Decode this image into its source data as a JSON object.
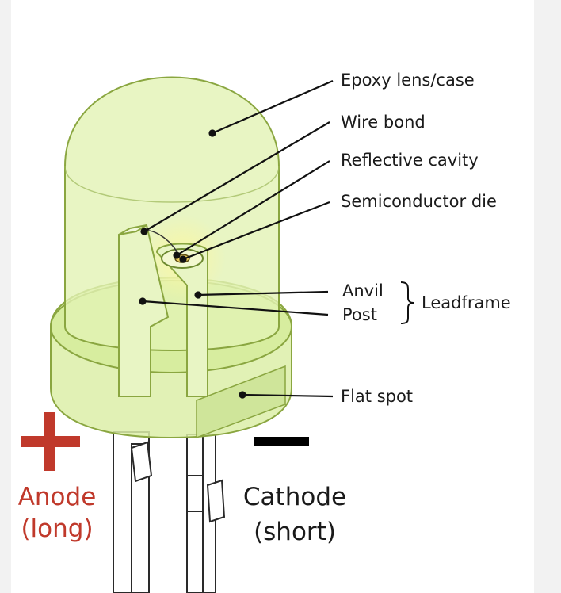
{
  "colors": {
    "epoxy_fill": "#dcefa8",
    "epoxy_stroke": "#8aa640",
    "lead_stroke": "#2a2a2a",
    "leader": "#111111",
    "anode": "#c0392b",
    "cathode": "#000000",
    "glow": "#f3ee8a"
  },
  "labels": {
    "epoxy": "Epoxy lens/case",
    "wire_bond": "Wire bond",
    "reflective_cavity": "Reflective cavity",
    "semiconductor_die": "Semiconductor die",
    "anvil": "Anvil",
    "post": "Post",
    "leadframe": "Leadframe",
    "flat_spot": "Flat spot"
  },
  "terminals": {
    "anode_sign": "+",
    "anode_name": "Anode",
    "anode_note": "(long)",
    "cathode_sign": "−",
    "cathode_name": "Cathode",
    "cathode_note": "(short)"
  }
}
